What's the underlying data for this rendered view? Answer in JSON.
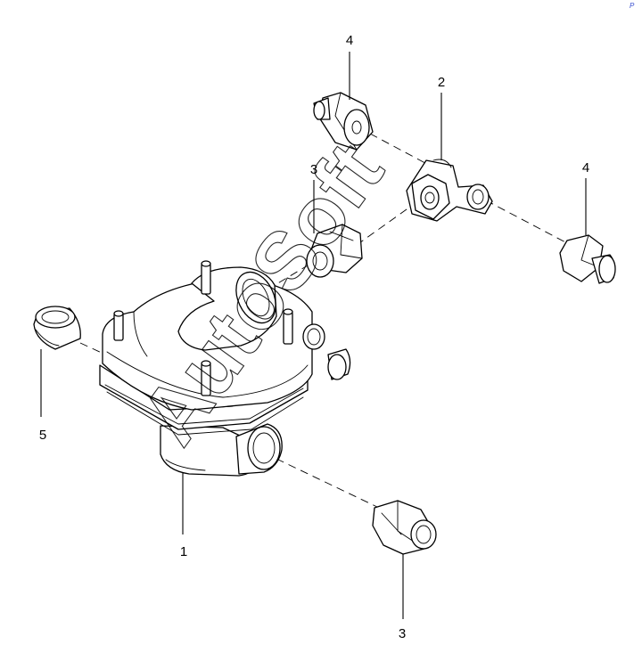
{
  "watermark": "AutoSoft",
  "corner_mark": "P",
  "callouts": [
    {
      "id": "4",
      "part": "fitting-upper"
    },
    {
      "id": "2",
      "part": "tee-union"
    },
    {
      "id": "3",
      "part": "fitting-middle"
    },
    {
      "id": "4",
      "part": "fitting-right"
    },
    {
      "id": "5",
      "part": "plug"
    },
    {
      "id": "1",
      "part": "valve-body"
    },
    {
      "id": "3",
      "part": "fitting-lower"
    }
  ]
}
